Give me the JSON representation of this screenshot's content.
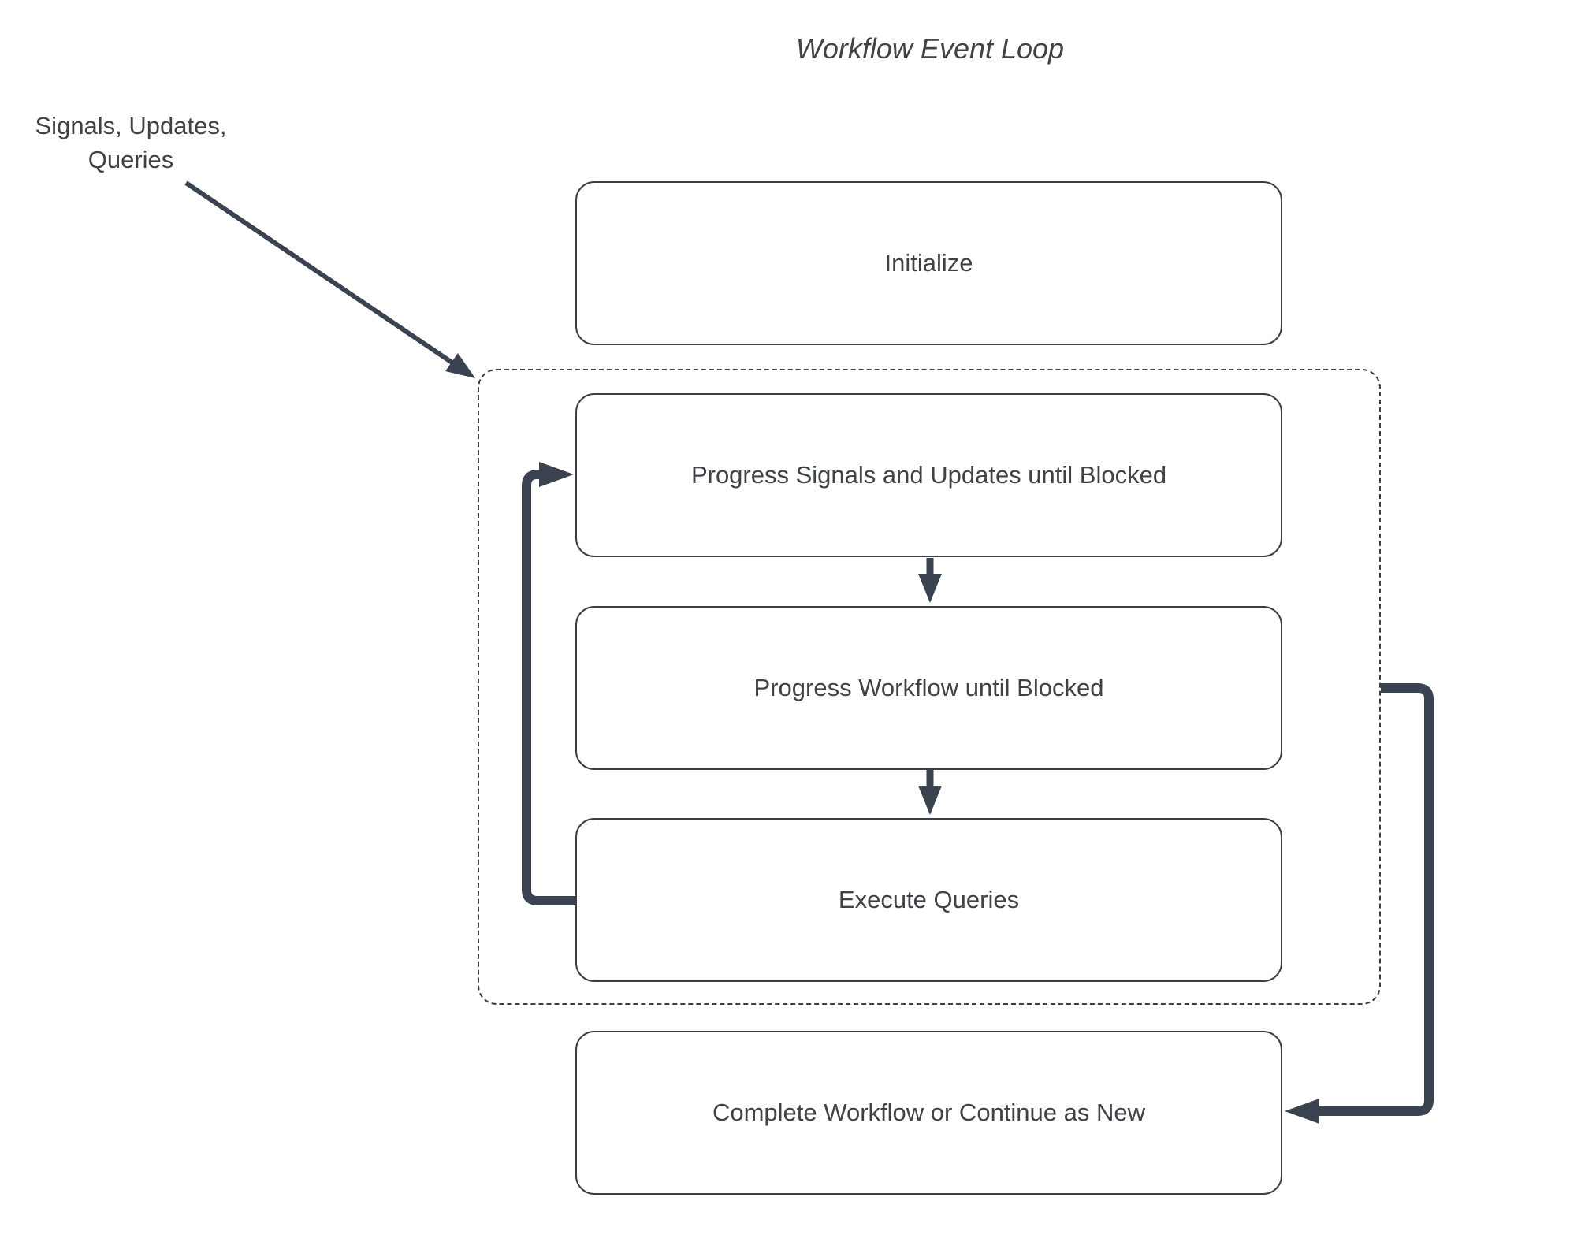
{
  "title": "Workflow Event Loop",
  "annotation": {
    "text": "Signals, Updates,\nQueries"
  },
  "nodes": {
    "initialize": {
      "label": "Initialize"
    },
    "progress_signals": {
      "label": "Progress Signals and Updates until Blocked"
    },
    "progress_workflow": {
      "label": "Progress Workflow until Blocked"
    },
    "execute_queries": {
      "label": "Execute Queries"
    },
    "complete": {
      "label": "Complete Workflow or Continue as New"
    }
  },
  "arrows": {
    "signals_to_loop": "from Signals/Updates/Queries label into event-loop dashed container",
    "progress_signals_to_progress_workflow": "down arrow",
    "progress_workflow_to_execute_queries": "down arrow",
    "execute_queries_loop_back": "loop back left to Progress Signals and Updates until Blocked",
    "loop_to_complete": "exit right of event loop down into Complete Workflow or Continue as New"
  },
  "colors": {
    "background": "#ffffff",
    "arrow": "#3b4250",
    "node_border": "#3a3f46",
    "dashed_border": "#3a3f46",
    "text": "#3f4347"
  }
}
